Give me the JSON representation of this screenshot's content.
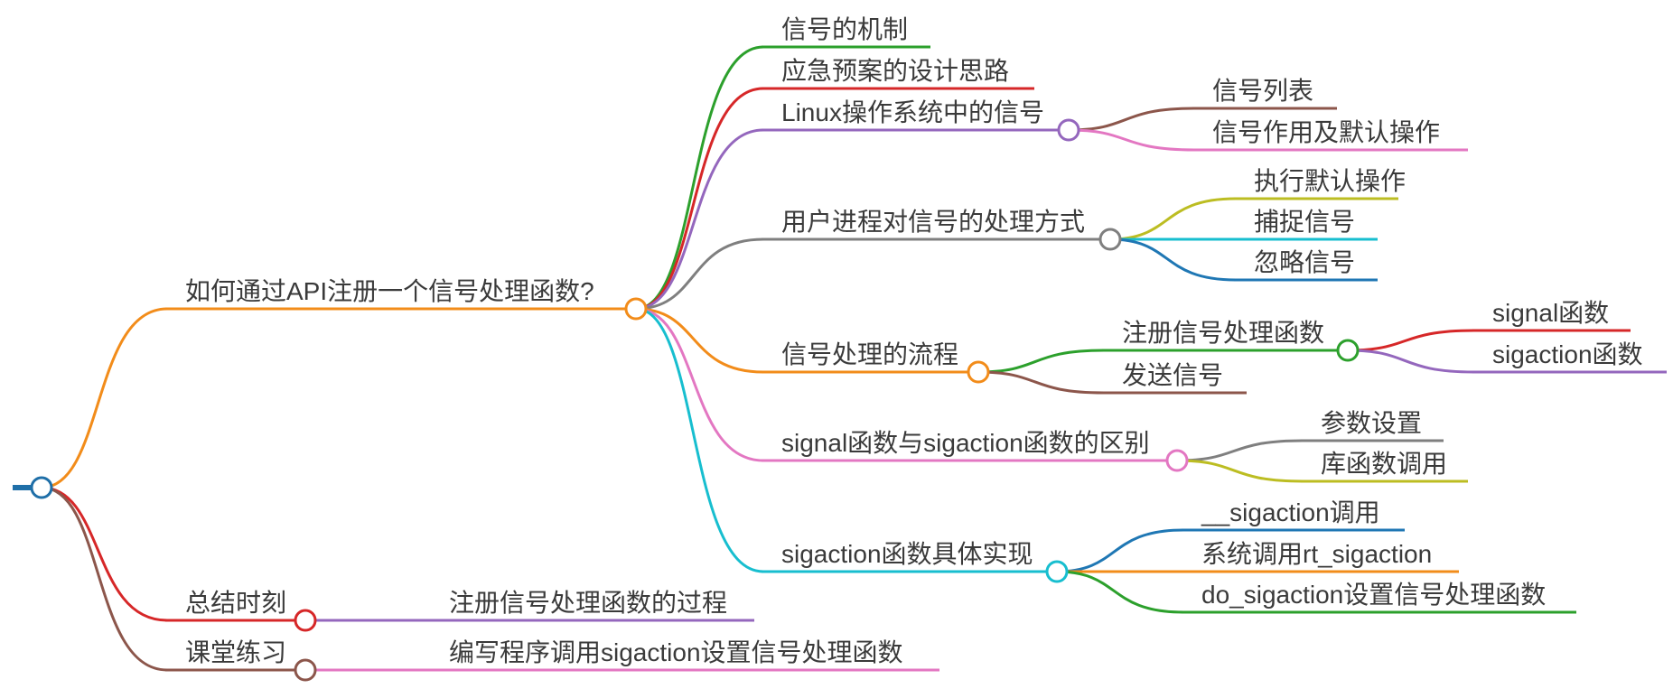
{
  "root": {
    "color": "#1f6fa8",
    "children": [
      {
        "label": "如何通过API注册一个信号处理函数?",
        "color": "#f28c1a",
        "children": [
          {
            "label": "信号的机制",
            "color": "#2ca02c"
          },
          {
            "label": "应急预案的设计思路",
            "color": "#d62728"
          },
          {
            "label": "Linux操作系统中的信号",
            "color": "#9467bd",
            "children": [
              {
                "label": "信号列表",
                "color": "#8c564b"
              },
              {
                "label": "信号作用及默认操作",
                "color": "#e377c2"
              }
            ]
          },
          {
            "label": "用户进程对信号的处理方式",
            "color": "#7f7f7f",
            "children": [
              {
                "label": "执行默认操作",
                "color": "#bcbd22"
              },
              {
                "label": "捕捉信号",
                "color": "#17becf"
              },
              {
                "label": "忽略信号",
                "color": "#1f77b4"
              }
            ]
          },
          {
            "label": "信号处理的流程",
            "color": "#f28c1a",
            "children": [
              {
                "label": "注册信号处理函数",
                "color": "#2ca02c",
                "children": [
                  {
                    "label": "signal函数",
                    "color": "#d62728"
                  },
                  {
                    "label": "sigaction函数",
                    "color": "#9467bd"
                  }
                ]
              },
              {
                "label": "发送信号",
                "color": "#8c564b"
              }
            ]
          },
          {
            "label": "signal函数与sigaction函数的区别",
            "color": "#e377c2",
            "children": [
              {
                "label": "参数设置",
                "color": "#7f7f7f"
              },
              {
                "label": "库函数调用",
                "color": "#bcbd22"
              }
            ]
          },
          {
            "label": "sigaction函数具体实现",
            "color": "#17becf",
            "children": [
              {
                "label": "__sigaction调用",
                "color": "#1f77b4"
              },
              {
                "label": "系统调用rt_sigaction",
                "color": "#f28c1a"
              },
              {
                "label": "do_sigaction设置信号处理函数",
                "color": "#2ca02c"
              }
            ]
          }
        ]
      },
      {
        "label": "总结时刻",
        "color": "#d62728",
        "children": [
          {
            "label": "注册信号处理函数的过程",
            "color": "#9467bd"
          }
        ]
      },
      {
        "label": "课堂练习",
        "color": "#8c564b",
        "children": [
          {
            "label": "编写程序调用sigaction设置信号处理函数",
            "color": "#e377c2"
          }
        ]
      }
    ]
  }
}
